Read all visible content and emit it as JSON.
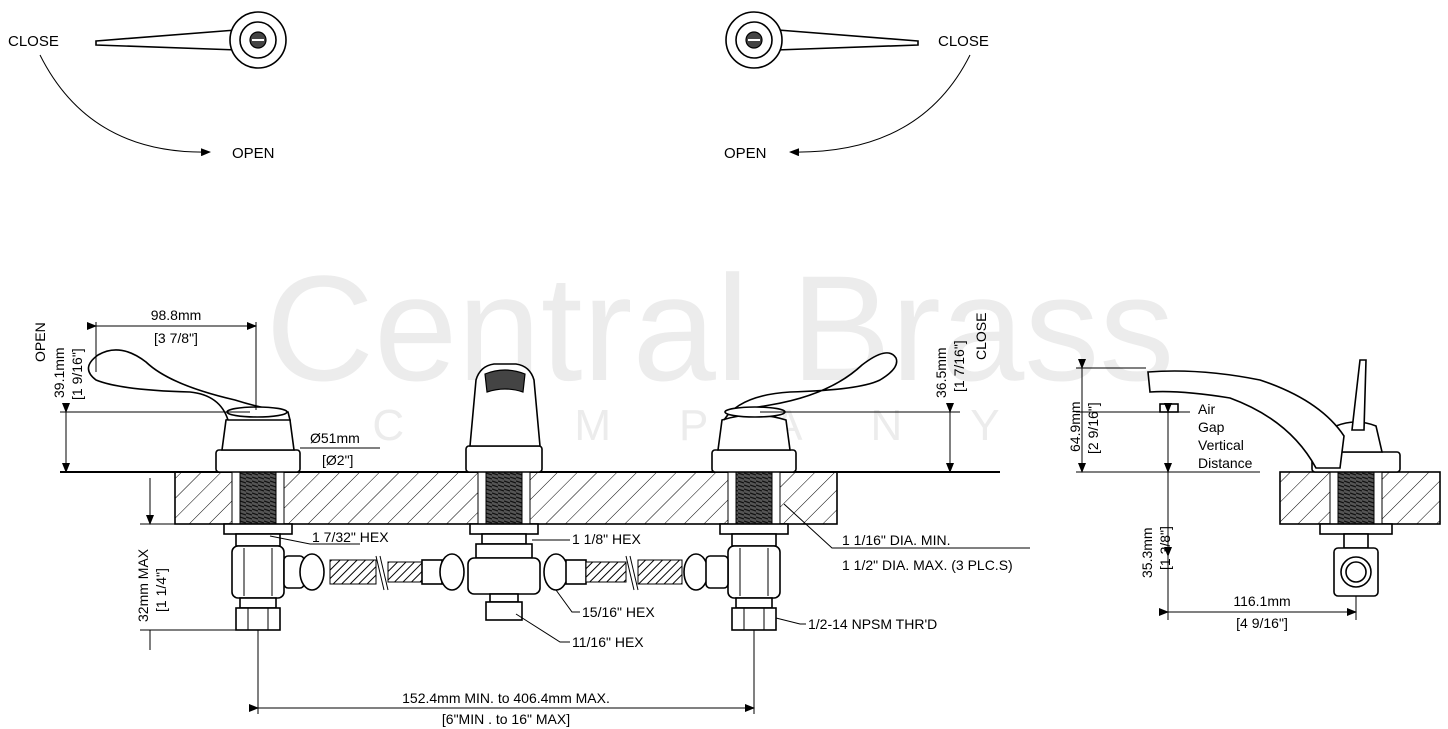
{
  "watermark": {
    "brand": "Central Brass",
    "sub": "COMPANY"
  },
  "top_views": {
    "left": {
      "close": "CLOSE",
      "open": "OPEN"
    },
    "right": {
      "close": "CLOSE",
      "open": "OPEN"
    }
  },
  "front_view": {
    "open_label": "OPEN",
    "close_label": "CLOSE",
    "left_height": {
      "mm": "39.1mm",
      "inch": "[1 9/16\"]"
    },
    "handle_width": {
      "mm": "98.8mm",
      "inch": "[3 7/8\"]"
    },
    "right_height": {
      "mm": "36.5mm",
      "inch": "[1 7/16\"]"
    },
    "flange_dia": {
      "mm": "Ø51mm",
      "inch": "[Ø2\"]"
    },
    "below_deck": {
      "mm": "32mm MAX",
      "inch": "[1 1/4\"]"
    },
    "callouts": {
      "hex_7_32": "1 7/32\" HEX",
      "hex_1_8": "1 1/8\" HEX",
      "dia_min": "1 1/16\" DIA. MIN.",
      "dia_max": "1 1/2\" DIA. MAX. (3 PLC.S)",
      "hex_15_16": "15/16\" HEX",
      "hex_11_16": "11/16\" HEX",
      "npsm": "1/2-14 NPSM THR'D"
    },
    "spread": {
      "mm": "152.4mm MIN. to 406.4mm MAX.",
      "inch": "[6\"MIN . to 16\" MAX]"
    }
  },
  "side_view": {
    "spout_height": {
      "mm": "64.9mm",
      "inch": "[2 9/16\"]"
    },
    "air_gap": [
      "Air",
      "Gap",
      "Vertical",
      "Distance"
    ],
    "deck_depth": {
      "mm": "35.3mm",
      "inch": "[1 3/8\"]"
    },
    "reach": {
      "mm": "116.1mm",
      "inch": "[4 9/16\"]"
    }
  }
}
